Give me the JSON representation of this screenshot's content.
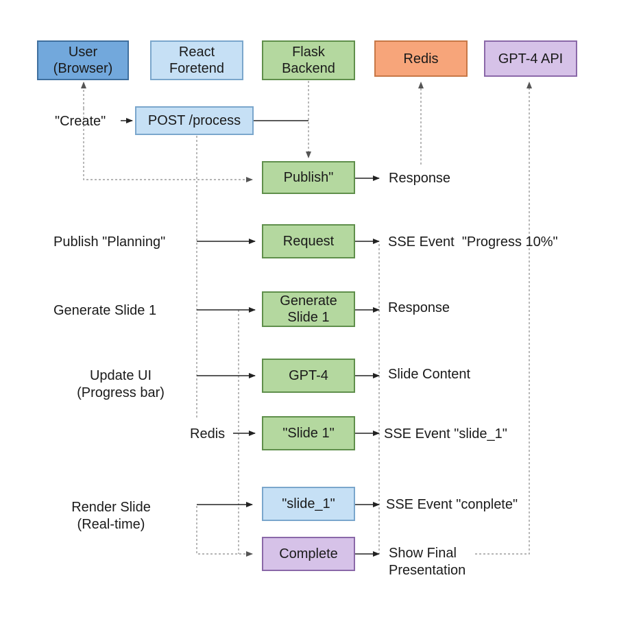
{
  "actors": {
    "user": "User\n(Browser)",
    "frontend": "React\nForetend",
    "backend": "Flask\nBackend",
    "redis": "Redis",
    "gpt": "GPT-4 API"
  },
  "boxes": {
    "post_process": "POST /process",
    "publish": "Publish\"",
    "request": "Request",
    "generate_slide": "Generate\nSlide 1",
    "gpt4": "GPT-4",
    "slide1_quote": "\"Slide 1\"",
    "slide_1_event": "\"slide_1\"",
    "complete": "Complete"
  },
  "left_labels": {
    "create": "\"Create\"",
    "publish_planning": "Publish \"Planning\"",
    "generate_slide_1": "Generate Slide 1",
    "update_ui": "Update UI\n(Progress bar)",
    "redis": "Redis",
    "render_slide": "Render Slide\n(Real-time)"
  },
  "right_labels": {
    "response_1": "Response",
    "sse_progress": "SSE Event  \"Progress 10%\"",
    "response_2": "Response",
    "slide_content": "Slide Content",
    "sse_slide": "SSE Event \"slide_1\"",
    "sse_complete": "SSE Event \"conplete\"",
    "show_final": "Show Final\nPresentation"
  },
  "colors": {
    "blue_dark": "#72a8dc",
    "blue_light": "#c6e0f5",
    "green": "#b4d89f",
    "orange": "#f7a57a",
    "purple": "#d6c2e8",
    "line": "#222222",
    "dashed": "#888888"
  }
}
